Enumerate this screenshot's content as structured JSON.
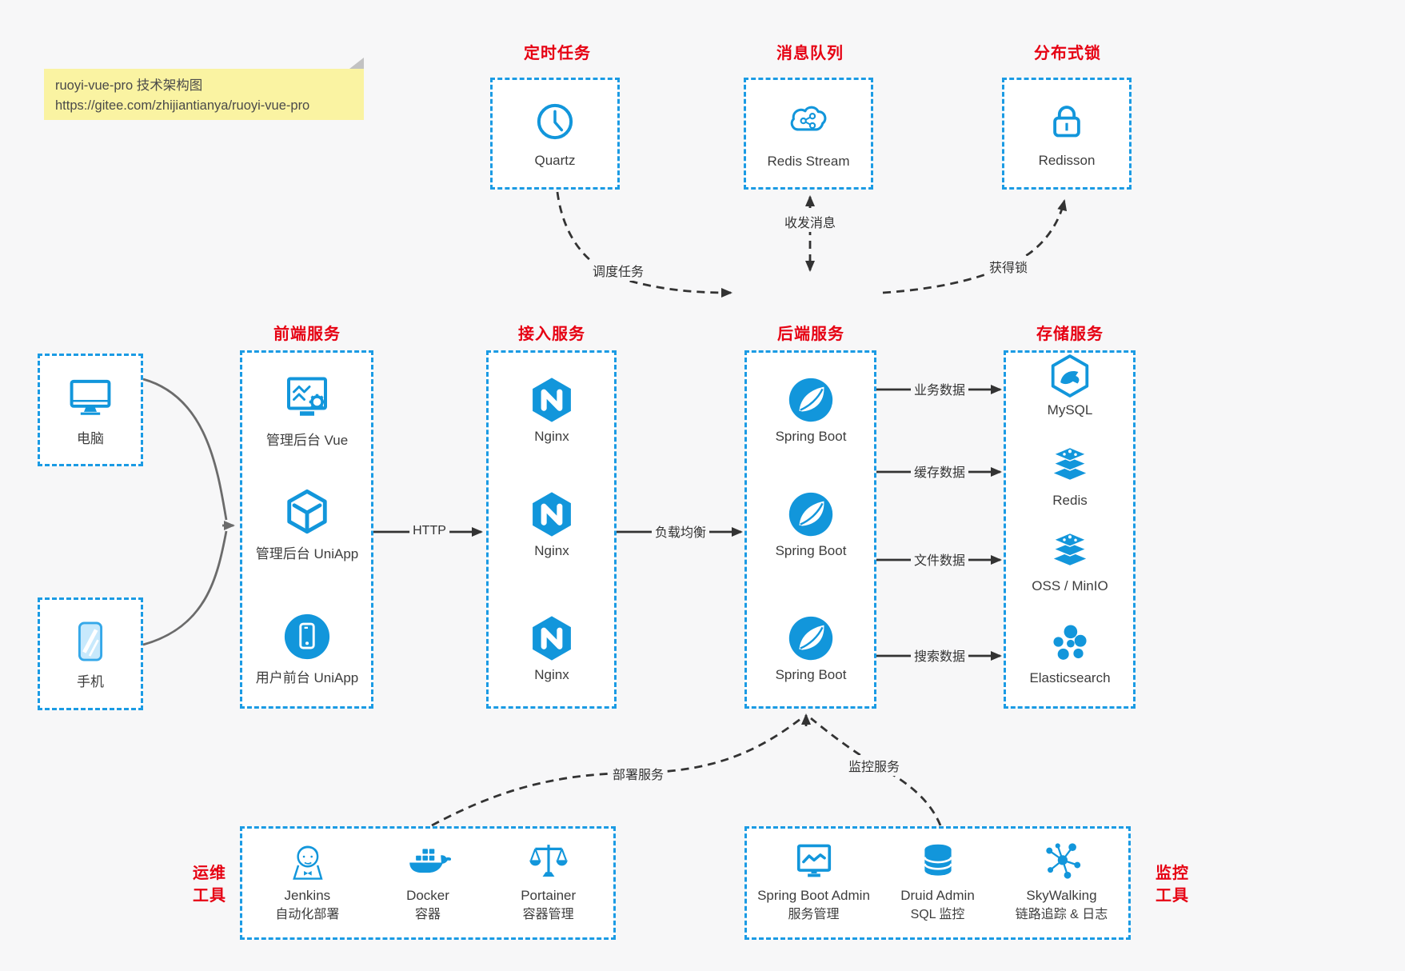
{
  "colors": {
    "accent": "#1296db",
    "title_red": "#e60012",
    "background": "#f7f7f8",
    "arrow_dark": "#333333",
    "arrow_grey": "#6b6b6b",
    "note_yellow": "#faf3a2"
  },
  "note": {
    "line1": "ruoyi-vue-pro 技术架构图",
    "line2": "https://gitee.com/zhijiantianya/ruoyi-vue-pro"
  },
  "top_boxes": [
    {
      "title": "定时任务",
      "label": "Quartz",
      "icon": "clock-icon"
    },
    {
      "title": "消息队列",
      "label": "Redis Stream",
      "icon": "cloud-share-icon"
    },
    {
      "title": "分布式锁",
      "label": "Redisson",
      "icon": "lock-icon"
    }
  ],
  "clients": [
    {
      "label": "电脑",
      "icon": "desktop-icon"
    },
    {
      "label": "手机",
      "icon": "phone-icon"
    }
  ],
  "columns": [
    {
      "title": "前端服务",
      "items": [
        {
          "label": "管理后台 Vue",
          "icon": "admin-vue-icon"
        },
        {
          "label": "管理后台 UniApp",
          "icon": "uniapp-cube-icon"
        },
        {
          "label": "用户前台 UniApp",
          "icon": "mobile-app-icon"
        }
      ]
    },
    {
      "title": "接入服务",
      "items": [
        {
          "label": "Nginx",
          "icon": "nginx-icon"
        },
        {
          "label": "Nginx",
          "icon": "nginx-icon"
        },
        {
          "label": "Nginx",
          "icon": "nginx-icon"
        }
      ]
    },
    {
      "title": "后端服务",
      "items": [
        {
          "label": "Spring Boot",
          "icon": "spring-icon"
        },
        {
          "label": "Spring Boot",
          "icon": "spring-icon"
        },
        {
          "label": "Spring Boot",
          "icon": "spring-icon"
        }
      ]
    },
    {
      "title": "存储服务",
      "items": [
        {
          "label": "MySQL",
          "icon": "mysql-icon"
        },
        {
          "label": "Redis",
          "icon": "redis-stack-icon"
        },
        {
          "label": "OSS / MinIO",
          "icon": "storage-stack-icon"
        },
        {
          "label": "Elasticsearch",
          "icon": "elasticsearch-icon"
        }
      ]
    }
  ],
  "edge_labels": {
    "http": "HTTP",
    "load_balance": "负载均衡",
    "biz_data": "业务数据",
    "cache_data": "缓存数据",
    "file_data": "文件数据",
    "search_data": "搜索数据",
    "schedule": "调度任务",
    "message": "收发消息",
    "lock": "获得锁",
    "deploy": "部署服务",
    "monitor": "监控服务"
  },
  "ops_box": {
    "title_line1": "运维",
    "title_line2": "工具",
    "items": [
      {
        "name": "Jenkins",
        "desc": "自动化部署",
        "icon": "jenkins-icon"
      },
      {
        "name": "Docker",
        "desc": "容器",
        "icon": "docker-whale-icon"
      },
      {
        "name": "Portainer",
        "desc": "容器管理",
        "icon": "scales-icon"
      }
    ]
  },
  "monitor_box": {
    "title_line1": "监控",
    "title_line2": "工具",
    "items": [
      {
        "name": "Spring Boot Admin",
        "desc": "服务管理",
        "icon": "chart-monitor-icon"
      },
      {
        "name": "Druid Admin",
        "desc": "SQL 监控",
        "icon": "database-icon"
      },
      {
        "name": "SkyWalking",
        "desc": "链路追踪 & 日志",
        "icon": "topology-icon"
      }
    ]
  }
}
